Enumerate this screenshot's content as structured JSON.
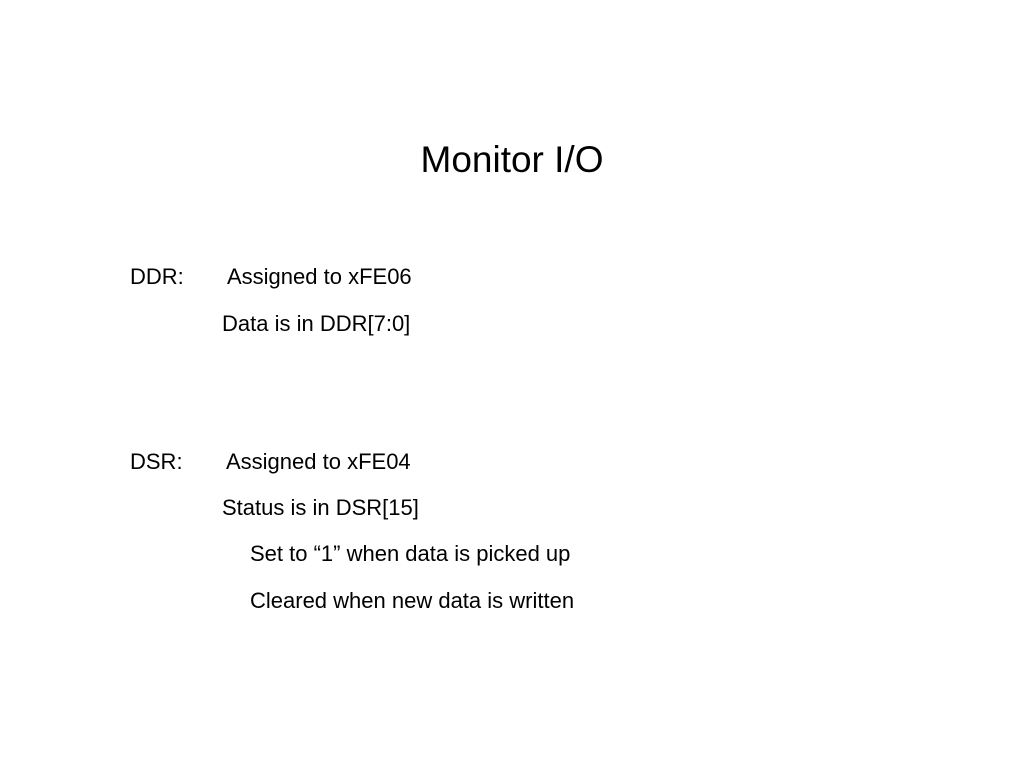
{
  "slide": {
    "title": "Monitor I/O",
    "ddr": {
      "label": "DDR:",
      "lines": [
        "Assigned to xFE06",
        "Data is in DDR[7:0]"
      ]
    },
    "dsr": {
      "label": "DSR:",
      "lines": [
        "Assigned to xFE04",
        "Status is in DSR[15]",
        "Set to “1”  when data is picked up",
        "Cleared when new data is written"
      ]
    }
  }
}
